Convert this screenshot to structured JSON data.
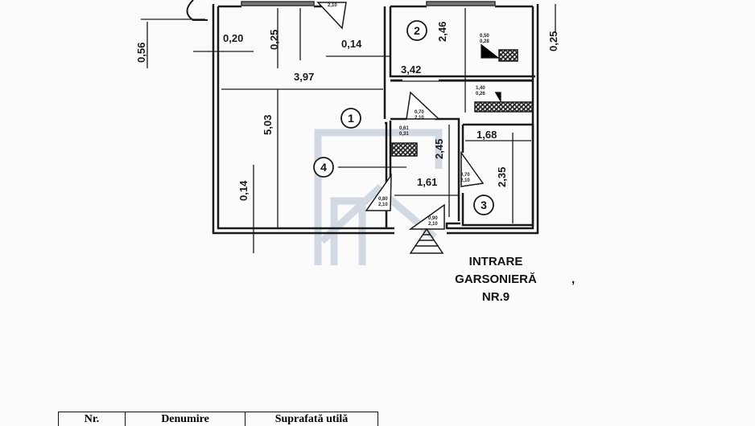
{
  "plan": {
    "rooms": [
      "1",
      "2",
      "3",
      "4"
    ],
    "dimensions": [
      "0,56",
      "0,20",
      "0,25",
      "0,14",
      "3,97",
      "5,03",
      "0,14",
      "2,46",
      "3,42",
      "0,25",
      "1,68",
      "2,35",
      "2,45",
      "1,61"
    ],
    "openings": {
      "top_door": [
        "",
        "2,10"
      ],
      "window_2": [
        "0,50",
        "0,28"
      ],
      "window_2b": [
        "1,40",
        "0,26"
      ],
      "door_1": [
        "0,70",
        "2,10"
      ],
      "niche_4": [
        "0,61",
        "0,31"
      ],
      "door_3": [
        "0,70",
        "2,10"
      ],
      "door_4": [
        "0,80",
        "2,10"
      ],
      "entry_door": [
        "0,90",
        "2,10"
      ]
    },
    "entrance_label": [
      "INTRARE",
      "GARSONIERĂ",
      "NR.9"
    ],
    "mark": ","
  },
  "table": {
    "headers": [
      "Nr.",
      "Denumire",
      "Suprafată utilă"
    ]
  },
  "colors": {
    "ink": "#1a1a1a",
    "paper": "#fbfbfb",
    "watermark": "#b9c3d3"
  }
}
